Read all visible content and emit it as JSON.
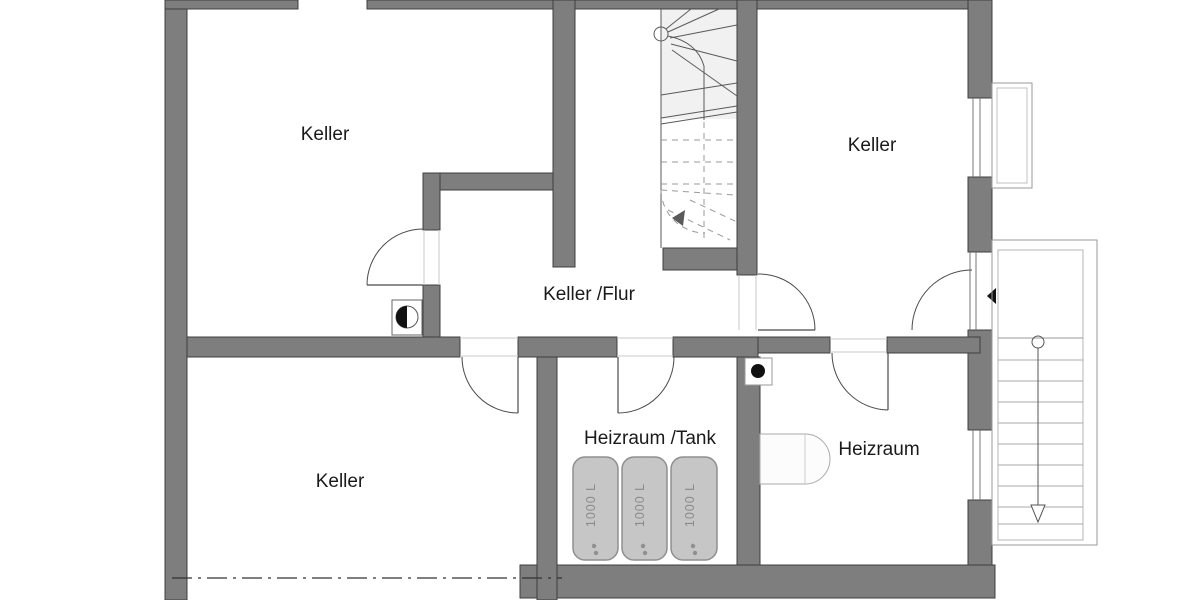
{
  "rooms": [
    {
      "id": "keller-top-left",
      "label": "Keller"
    },
    {
      "id": "keller-right",
      "label": "Keller"
    },
    {
      "id": "keller-flur",
      "label": "Keller /Flur"
    },
    {
      "id": "keller-bottom-left",
      "label": "Keller"
    },
    {
      "id": "heizraum-tank",
      "label": "Heizraum /Tank"
    },
    {
      "id": "heizraum",
      "label": "Heizraum"
    }
  ],
  "tanks": [
    {
      "capacity_label": "1000 L"
    },
    {
      "capacity_label": "1000 L"
    },
    {
      "capacity_label": "1000 L"
    }
  ],
  "symbols": {
    "drain": "half-filled-circle-drain-icon",
    "chimney": "black-dot-chimney-icon",
    "boiler": "boiler-outline-icon",
    "entrance_marker": "entrance-triangle-icon",
    "stair_direction": "down-arrow"
  },
  "colors": {
    "wall": "#7e7e7e",
    "wall_outline": "#3f3f3f",
    "tank_fill": "#c6c6c6",
    "tank_stroke": "#8f8f8f",
    "stair_shade": "#f1f1f1",
    "background": "#ffffff",
    "symbol_black": "#111111"
  }
}
